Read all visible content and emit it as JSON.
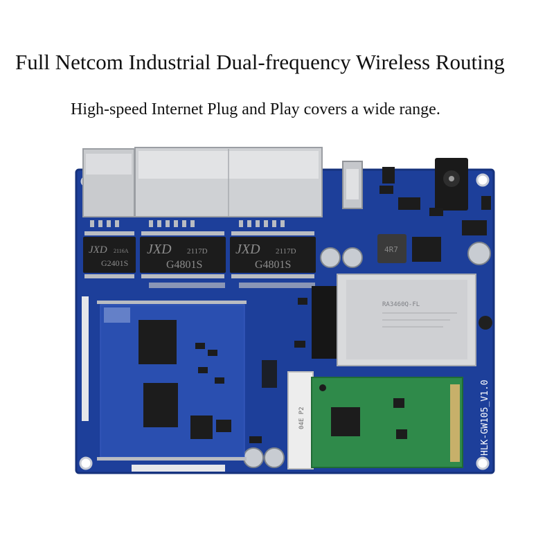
{
  "headline": "Full Netcom Industrial Dual-frequency Wireless Routing",
  "subline": "High-speed Internet Plug and Play covers a wide range.",
  "board": {
    "model_label": "HLK-GW105_V1.0",
    "transformers": [
      {
        "brand": "JXD",
        "code": "2116A",
        "part": "G2401S"
      },
      {
        "brand": "JXD",
        "code": "2117D",
        "part": "G4801S"
      },
      {
        "brand": "JXD",
        "code": "2117D",
        "part": "G4801S"
      }
    ],
    "inductor_label": "4R7",
    "wifi_module_label": "RA3460Q-FL",
    "mini_slot_label": "04E P2"
  },
  "colors": {
    "pcb": "#1d3f9a",
    "pcb_edge": "#16327c",
    "shield": "#d9dadc",
    "module_green": "#2f8a4a",
    "chip": "#1c1c1c"
  }
}
